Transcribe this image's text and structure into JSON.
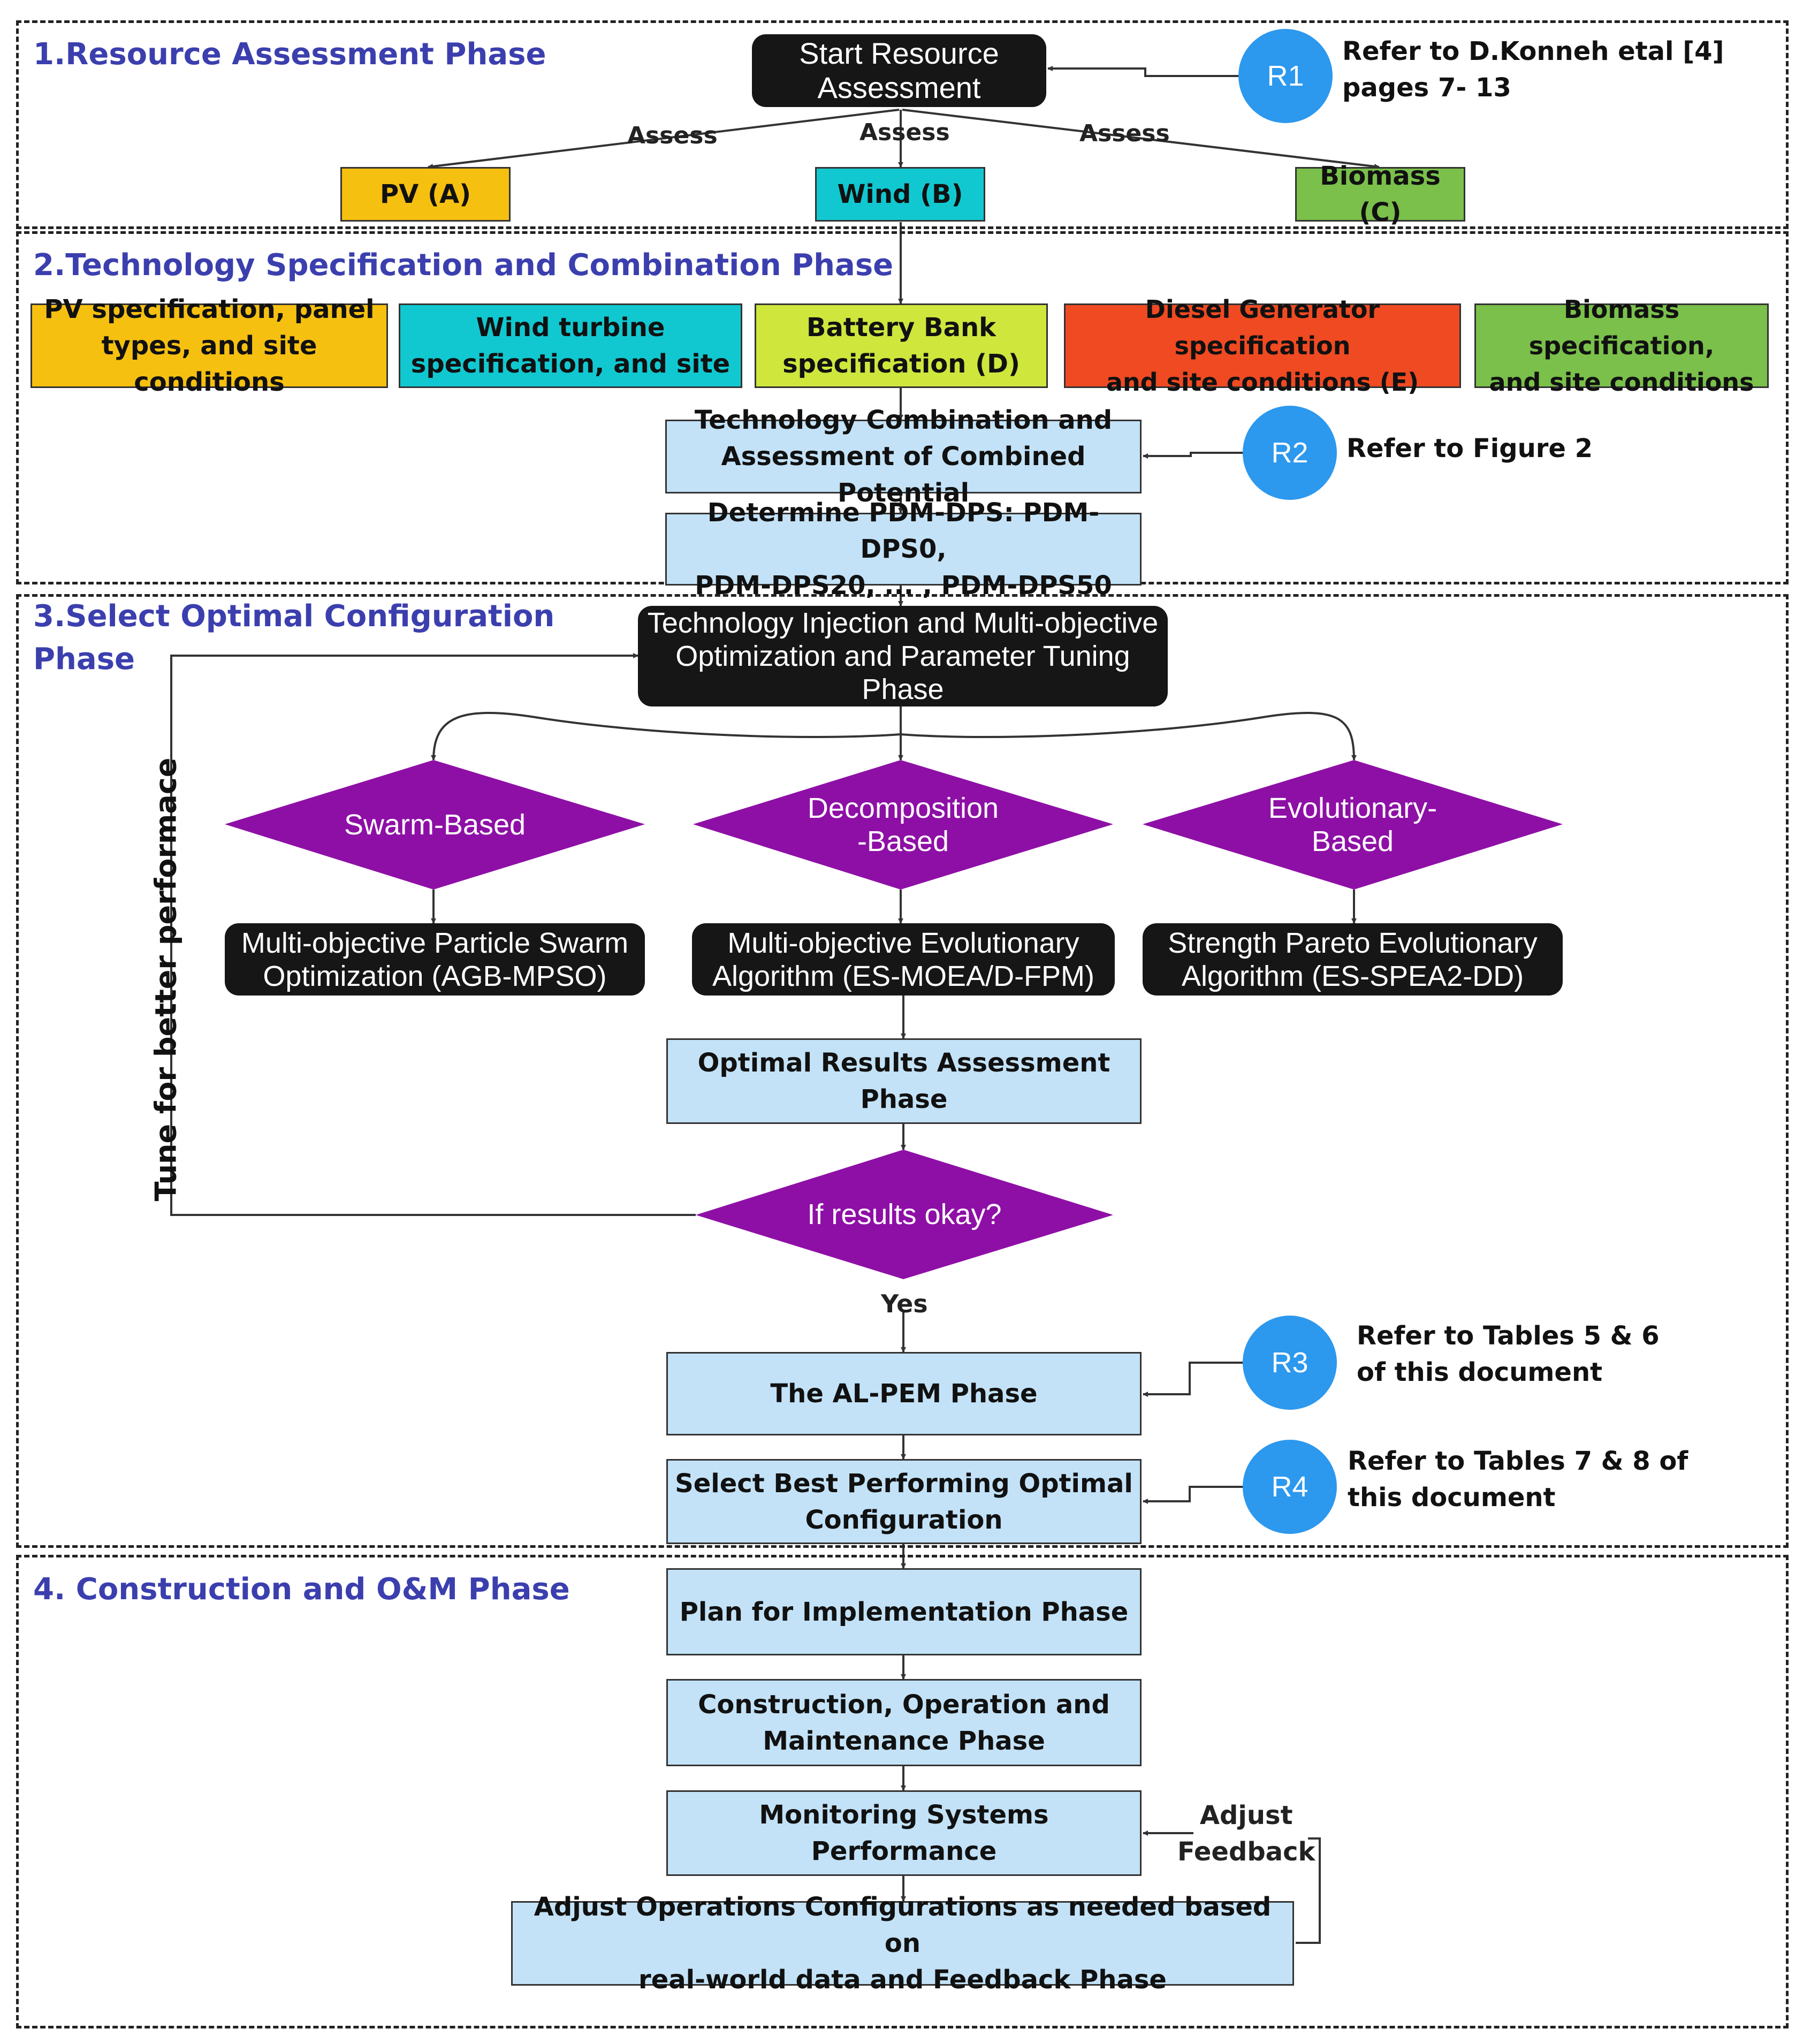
{
  "phases": {
    "p1": "1.Resource Assessment Phase",
    "p2": "2.Technology Specification and Combination Phase",
    "p3_line1": "3.Select Optimal Configuration",
    "p3_line2": "Phase",
    "p4": "4. Construction and O&M Phase"
  },
  "phase1": {
    "start_line1": "Start Resource",
    "start_line2": "Assessment",
    "assess_left": "Assess",
    "assess_mid": "Assess",
    "assess_right": "Assess",
    "pv": "PV (A)",
    "wind": "Wind (B)",
    "biomass": "Biomass (C)"
  },
  "phase2": {
    "spec_pv_line1": "PV specification, panel",
    "spec_pv_line2": "types, and site conditions",
    "spec_wind_line1": "Wind turbine",
    "spec_wind_line2": "specification, and site",
    "spec_battery_line1": "Battery Bank",
    "spec_battery_line2": "specification (D)",
    "spec_diesel_line1": "Diesel Generator specification",
    "spec_diesel_line2": "and site conditions (E)",
    "spec_biomass_line1": "Biomass specification,",
    "spec_biomass_line2": "and site conditions",
    "combination_line1": "Technology Combination and",
    "combination_line2": "Assessment of Combined Potential",
    "pdm_line1": "Determine PDM-DPS: PDM-DPS0,",
    "pdm_line2": "PDM-DPS20, ... , PDM-DPS50"
  },
  "phase3": {
    "injection_line1": "Technology Injection and Multi-objective",
    "injection_line2": "Optimization and Parameter Tuning",
    "injection_line3": "Phase",
    "swarm": "Swarm-Based",
    "decomp_line1": "Decomposition",
    "decomp_line2": "-Based",
    "evol_line1": "Evolutionary-",
    "evol_line2": "Based",
    "mpso_line1": "Multi-objective Particle Swarm",
    "mpso_line2": "Optimization (AGB-MPSO)",
    "moea_line1": "Multi-objective Evolutionary",
    "moea_line2": "Algorithm (ES-MOEA/D-FPM)",
    "spea_line1": "Strength Pareto Evolutionary",
    "spea_line2": "Algorithm (ES-SPEA2-DD)",
    "results_assessment": "Optimal Results Assessment Phase",
    "decision": "If results okay?",
    "yes": "Yes",
    "tune": "Tune for better performace",
    "alpem": "The AL-PEM Phase",
    "select_line1": "Select Best Performing Optimal",
    "select_line2": "Configuration"
  },
  "phase4": {
    "plan": "Plan for Implementation Phase",
    "construction_line1": "Construction, Operation and",
    "construction_line2": "Maintenance Phase",
    "monitoring": "Monitoring Systems Performance",
    "adjust_line1": "Adjust Operations Configurations as needed based on",
    "adjust_line2": "real-world data and Feedback Phase",
    "feedback_line1": "Adjust",
    "feedback_line2": "Feedback"
  },
  "refs": {
    "r1": "R1",
    "r1_line1": "Refer to D.Konneh etal [4]",
    "r1_line2": "pages 7- 13",
    "r2": "R2",
    "r2_line1": "Refer to Figure 2",
    "r3": "R3",
    "r3_line1": "Refer to Tables 5 & 6",
    "r3_line2": "of this document",
    "r4": "R4",
    "r4_line1": "Refer to Tables 7 & 8 of",
    "r4_line2": "this document"
  },
  "colors": {
    "phase_title": "#3b3fae",
    "process_box": "#c3e2f7",
    "dark_box": "#161616",
    "diamond": "#8e0fa6",
    "ref_circle": "#2c98ee",
    "pv": "#f6c010",
    "wind": "#11c8d0",
    "battery": "#cfe63d",
    "diesel": "#f04a22",
    "biomass": "#7ac04a"
  }
}
